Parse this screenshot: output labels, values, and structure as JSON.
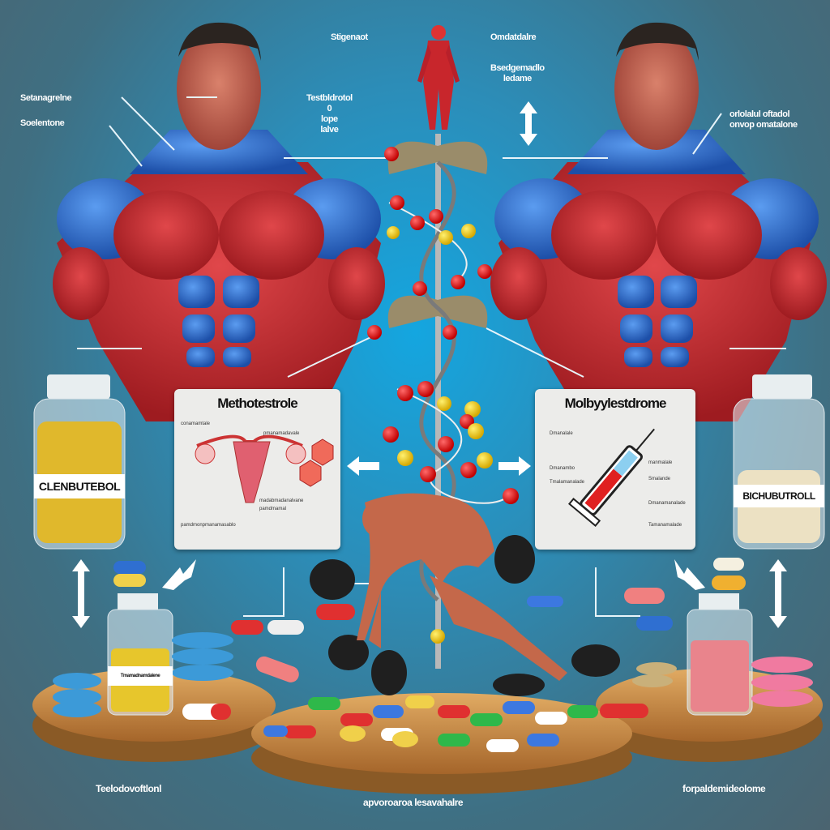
{
  "top_labels": {
    "left_1": "Setanagrelne",
    "left_2": "Soelentone",
    "center_left": "Stigenaot",
    "center_right": "Omdatdalre",
    "center_mid": [
      "Testbldrotol",
      "0",
      "lope",
      "lalve"
    ],
    "center_far_right": [
      "Bsedgemadlo",
      "ledame"
    ],
    "right": [
      "orlolalul oftadol",
      "onvop omatalone"
    ]
  },
  "panels": {
    "left": {
      "title": "Methotestrole",
      "annotations": [
        "conamamtale",
        "pmanamadavale",
        "madabmadanalvane",
        "pamdmamal",
        "pamdmonpmanamasablo"
      ]
    },
    "right": {
      "title": "Molbyylestdrome",
      "annotations": [
        "Dmanalale",
        "manmalale",
        "Dmanambo",
        "Tmalamanalade",
        "Smalande",
        "Dmanamanalade",
        "Tamanamalade"
      ]
    }
  },
  "jars": {
    "left": "CLENBUTEBOL",
    "right": "BICHUBUTROLL",
    "vial": "Tmamadnamdalene"
  },
  "bottom_labels": {
    "left": "Teelodovoftlonl",
    "center": "apvoroaroa lesavahalre",
    "right": "forpaldemideolome"
  },
  "colors": {
    "muscle_red": "#c8262c",
    "muscle_blue": "#2f6fd1",
    "platform": "#c98a3c",
    "bg_center": "#14a6e0"
  }
}
